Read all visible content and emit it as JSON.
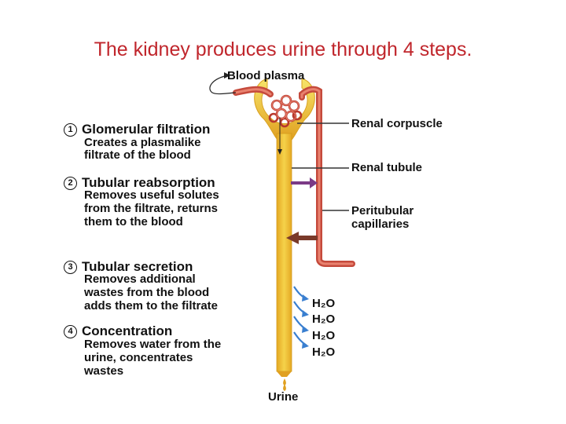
{
  "title": "The kidney produces urine through 4 steps.",
  "labels": {
    "blood_plasma": "Blood plasma",
    "renal_corpuscle": "Renal corpuscle",
    "renal_tubule": "Renal tubule",
    "peritubular_capillaries_1": "Peritubular",
    "peritubular_capillaries_2": "capillaries",
    "urine": "Urine",
    "water": "H₂O"
  },
  "steps": [
    {
      "number": "1",
      "title": "Glomerular filtration",
      "desc": [
        "Creates a plasmalike",
        "filtrate of the blood"
      ]
    },
    {
      "number": "2",
      "title": "Tubular reabsorption",
      "desc": [
        "Removes useful solutes",
        "from the filtrate, returns",
        "them to the blood"
      ]
    },
    {
      "number": "3",
      "title": "Tubular secretion",
      "desc": [
        "Removes additional",
        "wastes from the blood",
        "adds them to the filtrate"
      ]
    },
    {
      "number": "4",
      "title": "Concentration",
      "desc": [
        "Removes water from the",
        "urine, concentrates",
        "wastes"
      ]
    }
  ],
  "colors": {
    "title": "#c0262c",
    "tubule": "#f2c12e",
    "capillary": "#d9574a",
    "reabsorb_arrow": "#8a3a8a",
    "secrete_arrow": "#8b3a2a",
    "water_arrow": "#3a7fd0"
  }
}
